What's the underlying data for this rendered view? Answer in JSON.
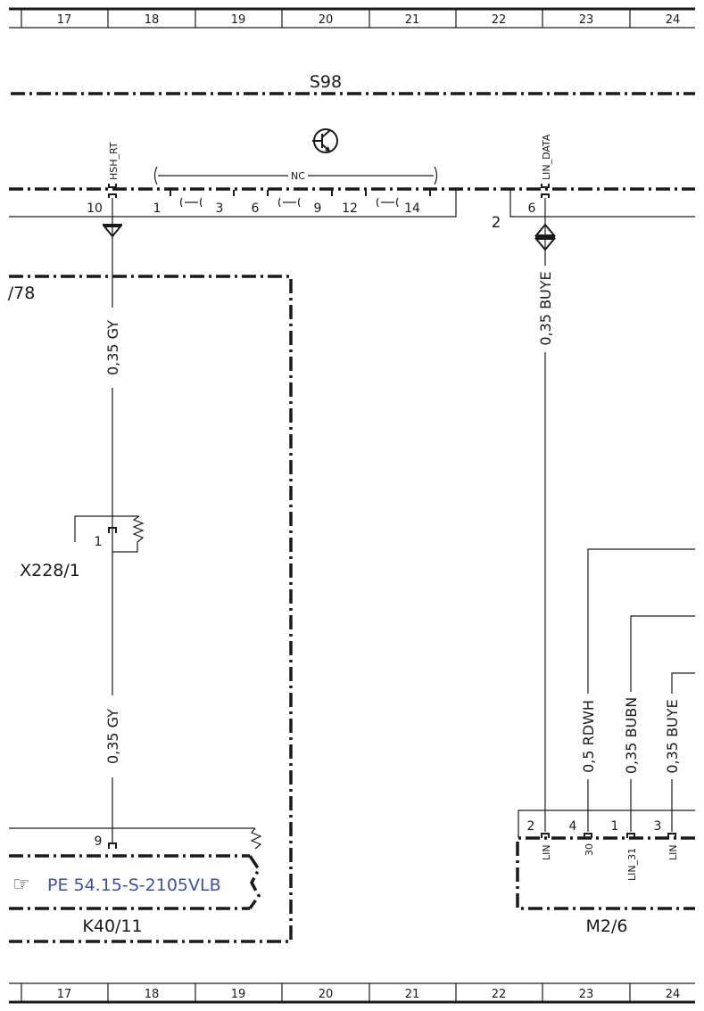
{
  "grid_columns": [
    "17",
    "18",
    "19",
    "20",
    "21",
    "22",
    "23",
    "24"
  ],
  "components": {
    "s98": "S98",
    "k40": "K40/11",
    "k40_partial": "/78",
    "x228": "X228/1",
    "m2": "M2/6",
    "s98_plug": "2"
  },
  "s98_pins": {
    "p10": "10",
    "p1": "1",
    "p3": "3",
    "p6": "6",
    "p9": "9",
    "p12": "12",
    "p14": "14",
    "p6b": "6",
    "nc": "NC",
    "hsh_rt": "HSH_RT",
    "lin_data": "LIN_DATA"
  },
  "x228_pin": "1",
  "k40_pin": "9",
  "m2_pins": {
    "p2": "2",
    "p4": "4",
    "p1": "1",
    "p3": "3",
    "lin_a": "LIN",
    "t30": "30",
    "lin31": "LIN_31",
    "lin_b": "LIN"
  },
  "wires": {
    "gy_top": "0,35 GY",
    "gy_bottom": "0,35 GY",
    "buye_top": "0,35 BUYE",
    "rdwh": "0,5 RDWH",
    "bubn": "0,35 BUBN",
    "buye_bottom": "0,35 BUYE"
  },
  "reference": "PE 54.15-S-2105VLB",
  "icons": [
    "transistor-icon",
    "hand-pointer-icon",
    "ground-arrow-icon",
    "bidirectional-arrow-icon"
  ],
  "colors": {
    "line": "#1a1a1a",
    "reference_link": "#3f51a3"
  }
}
